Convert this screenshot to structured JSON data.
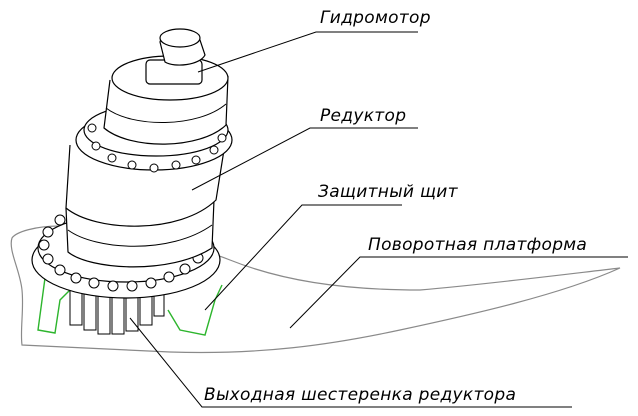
{
  "labels": {
    "hydromotor": "Гидромотор",
    "reducer": "Редуктор",
    "shield": "Защитный щит",
    "platform": "Поворотная платформа",
    "gear": "Выходная шестеренка редуктора"
  },
  "colors": {
    "line": "#000000",
    "shield": "#2db52d",
    "platform": "#8a8a8a"
  }
}
